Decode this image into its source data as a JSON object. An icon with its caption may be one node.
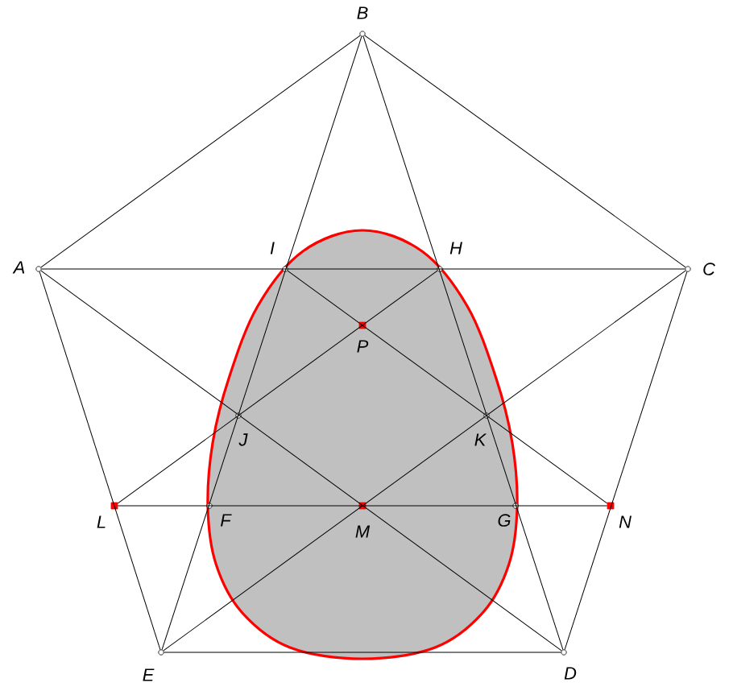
{
  "diagram": {
    "nodes": [
      {
        "text": [
          "B"
        ]
      },
      {
        "text": [
          "A"
        ]
      },
      {
        "text": [
          "I"
        ]
      },
      {
        "text": [
          "H"
        ]
      },
      {
        "text": [
          "C"
        ]
      },
      {
        "text": [
          "P"
        ]
      },
      {
        "text": [
          "J"
        ]
      },
      {
        "text": [
          "K"
        ]
      },
      {
        "text": [
          "L"
        ]
      },
      {
        "text": [
          "F"
        ]
      },
      {
        "text": [
          "M"
        ]
      },
      {
        "text": [
          "G"
        ]
      },
      {
        "text": [
          "N"
        ]
      },
      {
        "text": [
          "E"
        ]
      },
      {
        "text": [
          "D"
        ]
      }
    ],
    "edges": [
      {
        "from": 0,
        "to": 1,
        "arrow": "none"
      },
      {
        "from": 0,
        "to": 4,
        "arrow": "none"
      },
      {
        "from": 4,
        "to": 14,
        "arrow": "none"
      },
      {
        "from": 14,
        "to": 13,
        "arrow": "none"
      },
      {
        "from": 13,
        "to": 1,
        "arrow": "none"
      },
      {
        "from": 1,
        "to": 4,
        "arrow": "none"
      },
      {
        "from": 1,
        "to": 14,
        "arrow": "none"
      },
      {
        "from": 0,
        "to": 14,
        "arrow": "none"
      },
      {
        "from": 0,
        "to": 13,
        "arrow": "none"
      },
      {
        "from": 4,
        "to": 13,
        "arrow": "none"
      },
      {
        "from": 8,
        "to": 12,
        "arrow": "none"
      },
      {
        "from": 8,
        "to": 3,
        "arrow": "none"
      },
      {
        "from": 12,
        "to": 2,
        "arrow": "none"
      }
    ]
  }
}
